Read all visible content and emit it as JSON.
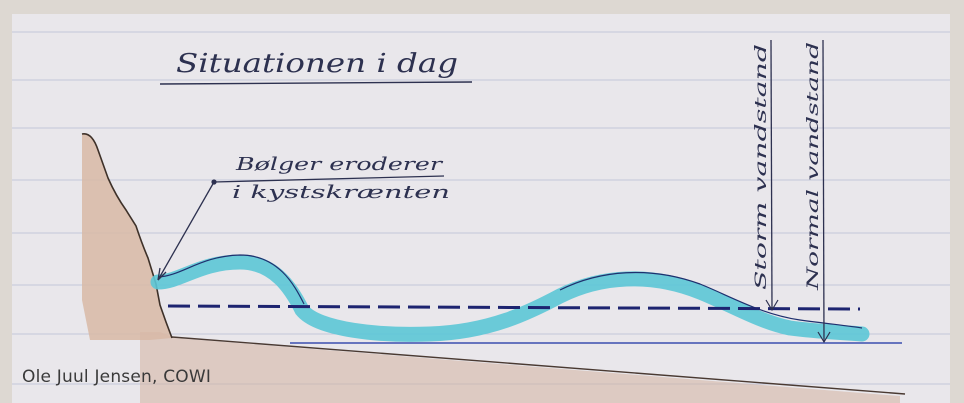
{
  "title": "Situationen i dag",
  "annotation": {
    "line1": "Bølger eroderer",
    "line2": "i kystskrænten"
  },
  "vertical_labels": {
    "storm": "Storm vandstand",
    "normal": "Normal vandstand"
  },
  "credit": "Ole Juul Jensen, COWI",
  "colors": {
    "paper": "#e9e7eb",
    "ruling": "#b9bdd2",
    "cliff": "#d8b8a6",
    "water": "#5cc6d6",
    "ink": "#2d3150",
    "dashed_line": "#1d2470"
  }
}
